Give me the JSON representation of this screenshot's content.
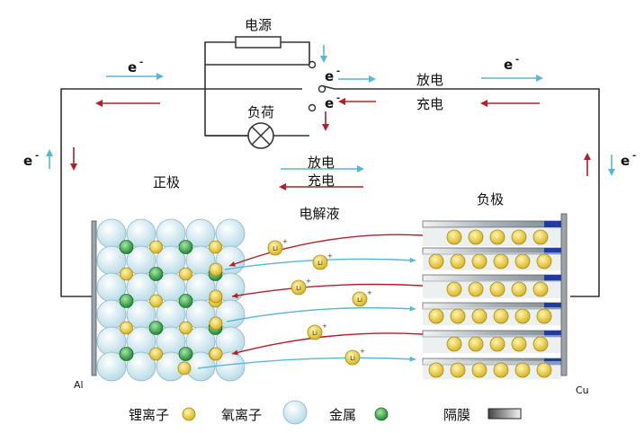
{
  "labels": {
    "power_source": "电源",
    "load": "负荷",
    "discharge": "放电",
    "charge": "充电",
    "cathode": "正极",
    "anode": "负极",
    "electrolyte": "电解液",
    "al": "Al",
    "cu": "Cu",
    "electron": "e",
    "minus": "-",
    "li_symbol": "Li",
    "plus": "+"
  },
  "legend": [
    {
      "label": "锂离子",
      "icon": "lithium-ion-icon"
    },
    {
      "label": "氧离子",
      "icon": "oxygen-ion-icon"
    },
    {
      "label": "金属",
      "icon": "metal-icon"
    },
    {
      "label": "隔膜",
      "icon": "separator-icon"
    }
  ],
  "colors": {
    "discharge_arrow": "#56b7d6",
    "charge_arrow": "#b0202a",
    "lithium": "#f0d040",
    "oxygen": "#cfe8f0",
    "metal": "#36a64a",
    "separator_dark": "#1e3d9c",
    "anode_layer": "#8a9aa6"
  }
}
